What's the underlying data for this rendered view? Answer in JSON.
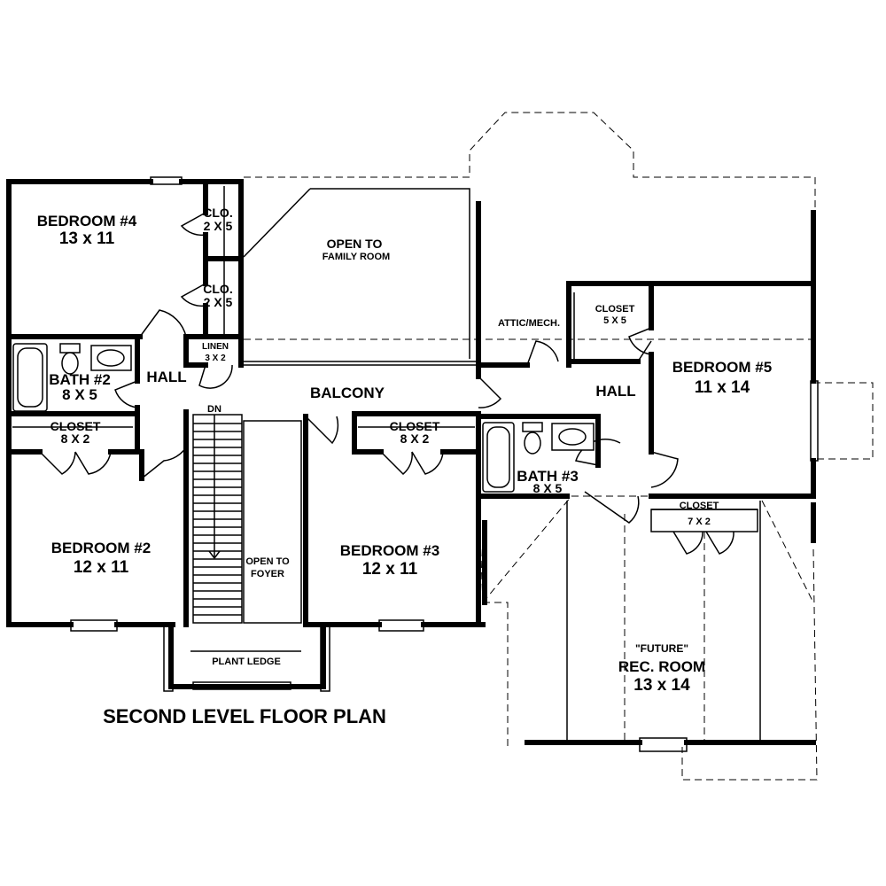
{
  "plan_title": "SECOND LEVEL FLOOR PLAN",
  "rooms": {
    "bedroom4": {
      "name": "BEDROOM #4",
      "size": "13 x 11"
    },
    "bedroom2": {
      "name": "BEDROOM #2",
      "size": "12 x 11"
    },
    "bedroom3": {
      "name": "BEDROOM #3",
      "size": "12 x 11"
    },
    "bedroom5": {
      "name": "BEDROOM #5",
      "size": "11 x 14"
    },
    "bath2": {
      "name": "BATH #2",
      "size": "8 X 5"
    },
    "bath3": {
      "name": "BATH #3",
      "size": "8 X 5"
    },
    "rec_room": {
      "tag": "\"FUTURE\"",
      "name": "REC. ROOM",
      "size": "13 x 14"
    }
  },
  "closets": {
    "clo_upper": {
      "name": "CLO.",
      "size": "2 X 5"
    },
    "clo_lower": {
      "name": "CLO.",
      "size": "2 X 5"
    },
    "linen": {
      "name": "LINEN",
      "size": "3 X 2"
    },
    "closet_bed2": {
      "name": "CLOSET",
      "size": "8 X 2"
    },
    "closet_bed3": {
      "name": "CLOSET",
      "size": "8 X 2"
    },
    "closet_bed5": {
      "name": "CLOSET",
      "size": "5 X 5"
    },
    "closet_rec": {
      "name": "CLOSET",
      "size": "7 X 2"
    }
  },
  "areas": {
    "hall_left": "HALL",
    "hall_right": "HALL",
    "balcony": "BALCONY",
    "open_family_1": "OPEN TO",
    "open_family_2": "FAMILY ROOM",
    "open_foyer_1": "OPEN TO",
    "open_foyer_2": "FOYER",
    "attic": "ATTIC/MECH.",
    "plant_ledge": "PLANT LEDGE",
    "stair_dn": "DN"
  }
}
